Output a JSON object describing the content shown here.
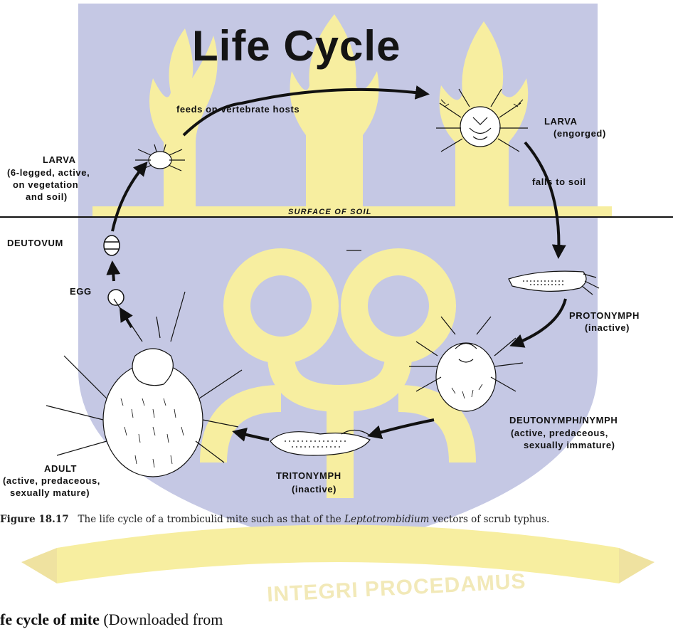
{
  "title": "Life Cycle",
  "stages": {
    "larva_top": {
      "name": "LARVA",
      "note": "(engorged)"
    },
    "larva_left": {
      "name": "LARVA",
      "line1": "(6-legged, active,",
      "line2": "on vegetation",
      "line3": "and soil)"
    },
    "deutovum": "DEUTOVUM",
    "egg": "EGG",
    "protonymph": {
      "name": "PROTONYMPH",
      "note": "(inactive)"
    },
    "deutonymph": {
      "name": "DEUTONYMPH/NYMPH",
      "line1": "(active, predaceous,",
      "line2": "sexually immature)"
    },
    "tritonymph": {
      "name": "TRITONYMPH",
      "note": "(inactive)"
    },
    "adult": {
      "name": "ADULT",
      "line1": "(active, predaceous,",
      "line2": "sexually mature)"
    }
  },
  "transitions": {
    "feeds": "feeds on vertebrate hosts",
    "falls": "falls to soil"
  },
  "surface_label": "SURFACE OF SOIL",
  "caption": {
    "figure": "Figure 18.17",
    "text_before": "The life cycle of a trombiculid mite such as that of the",
    "genus": "Leptotrombidium",
    "text_after": "vectors of scrub typhus."
  },
  "watermark_motto": "INTEGRI PROCEDAMUS",
  "footer": {
    "bold": "fe cycle of mite",
    "rest": " (Downloaded from"
  },
  "colors": {
    "watermark_fill": "#f7eea0",
    "watermark_bg": "#c5c8e4",
    "ink": "#111111"
  }
}
